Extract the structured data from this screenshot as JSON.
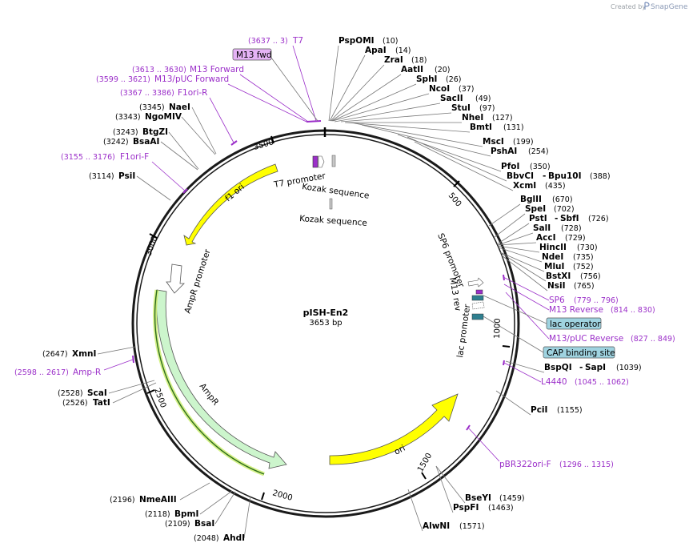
{
  "branding": {
    "created_by": "Created by",
    "app": "SnapGene"
  },
  "plasmid": {
    "name": "pISH-En2",
    "size": "3653 bp"
  },
  "ticks": [
    "500",
    "1000",
    "1500",
    "2000",
    "2500",
    "3000",
    "3500"
  ],
  "sites": [
    {
      "name": "PspOMI",
      "pos": "(10)"
    },
    {
      "name": "ApaI",
      "pos": "(14)"
    },
    {
      "name": "ZraI",
      "pos": "(18)"
    },
    {
      "name": "AatII",
      "pos": "(20)"
    },
    {
      "name": "SphI",
      "pos": "(26)"
    },
    {
      "name": "NcoI",
      "pos": "(37)"
    },
    {
      "name": "SacII",
      "pos": "(49)"
    },
    {
      "name": "StuI",
      "pos": "(97)"
    },
    {
      "name": "NheI",
      "pos": "(127)"
    },
    {
      "name": "BmtI",
      "pos": "(131)"
    },
    {
      "name": "MscI",
      "pos": "(199)"
    },
    {
      "name": "PshAI",
      "pos": "(254)"
    },
    {
      "name": "PfoI",
      "pos": "(350)"
    },
    {
      "name": "BbvCI",
      "name2": "Bpu10I",
      "pos": "(388)"
    },
    {
      "name": "XcmI",
      "pos": "(435)"
    },
    {
      "name": "BglII",
      "pos": "(670)"
    },
    {
      "name": "SpeI",
      "pos": "(702)"
    },
    {
      "name": "PstI",
      "name2": "SbfI",
      "pos": "(726)"
    },
    {
      "name": "SalI",
      "pos": "(728)"
    },
    {
      "name": "AccI",
      "pos": "(729)"
    },
    {
      "name": "HincII",
      "pos": "(730)"
    },
    {
      "name": "NdeI",
      "pos": "(735)"
    },
    {
      "name": "MluI",
      "pos": "(752)"
    },
    {
      "name": "BstXI",
      "pos": "(756)"
    },
    {
      "name": "NsiI",
      "pos": "(765)"
    },
    {
      "name": "BspQI",
      "name2": "SapI",
      "pos": "(1039)"
    },
    {
      "name": "PciI",
      "pos": "(1155)"
    },
    {
      "name": "BseYI",
      "pos": "(1459)"
    },
    {
      "name": "PspFI",
      "pos": "(1463)"
    },
    {
      "name": "AlwNI",
      "pos": "(1571)"
    },
    {
      "name": "AhdI",
      "pos": "(2048)"
    },
    {
      "name": "BsaI",
      "pos": "(2109)"
    },
    {
      "name": "BpmI",
      "pos": "(2118)"
    },
    {
      "name": "NmeAIII",
      "pos": "(2196)"
    },
    {
      "name": "TatI",
      "pos": "(2526)"
    },
    {
      "name": "ScaI",
      "pos": "(2528)"
    },
    {
      "name": "XmnI",
      "pos": "(2647)"
    },
    {
      "name": "PsiI",
      "pos": "(3114)"
    },
    {
      "name": "BsaAI",
      "pos": "(3242)"
    },
    {
      "name": "BtgZI",
      "pos": "(3243)"
    },
    {
      "name": "NgoMIV",
      "pos": "(3343)"
    },
    {
      "name": "NaeI",
      "pos": "(3345)"
    }
  ],
  "primers": [
    {
      "name": "T7",
      "pos": "(3637 .. 3)"
    },
    {
      "name": "M13 Forward",
      "pos": "(3613 .. 3630)"
    },
    {
      "name": "M13/pUC Forward",
      "pos": "(3599 .. 3621)"
    },
    {
      "name": "F1ori-R",
      "pos": "(3367 .. 3386)"
    },
    {
      "name": "F1ori-F",
      "pos": "(3155 .. 3176)"
    },
    {
      "name": "Amp-R",
      "pos": "(2598 .. 2617)"
    },
    {
      "name": "SP6",
      "pos": "(779 .. 796)"
    },
    {
      "name": "M13 Reverse",
      "pos": "(814 .. 830)"
    },
    {
      "name": "M13/pUC Reverse",
      "pos": "(827 .. 849)"
    },
    {
      "name": "L4440",
      "pos": "(1045 .. 1062)"
    },
    {
      "name": "pBR322ori-F",
      "pos": "(1296 .. 1315)"
    }
  ],
  "boxed_features": {
    "m13_fwd": "M13 fwd",
    "lac_operator": "lac operator",
    "cap_site": "CAP binding site"
  },
  "features": {
    "f1_ori": "f1 ori",
    "ampr_promoter": "AmpR promoter",
    "ampr": "AmpR",
    "ori": "ori",
    "t7_promoter": "T7 promoter",
    "kozak_1": "Kozak sequence",
    "kozak_2": "Kozak sequence",
    "sp6_promoter": "SP6 promoter",
    "m13_rev": "M13 rev",
    "lac_promoter": "lac promoter"
  },
  "colors": {
    "backbone": "#1a1a1a",
    "primer": "#9b2fc9",
    "ori": "#ffff00",
    "ampr": "#ccf5cc",
    "lac_operator": "#9fd3e0",
    "m13_box": "#e5b3f5"
  }
}
